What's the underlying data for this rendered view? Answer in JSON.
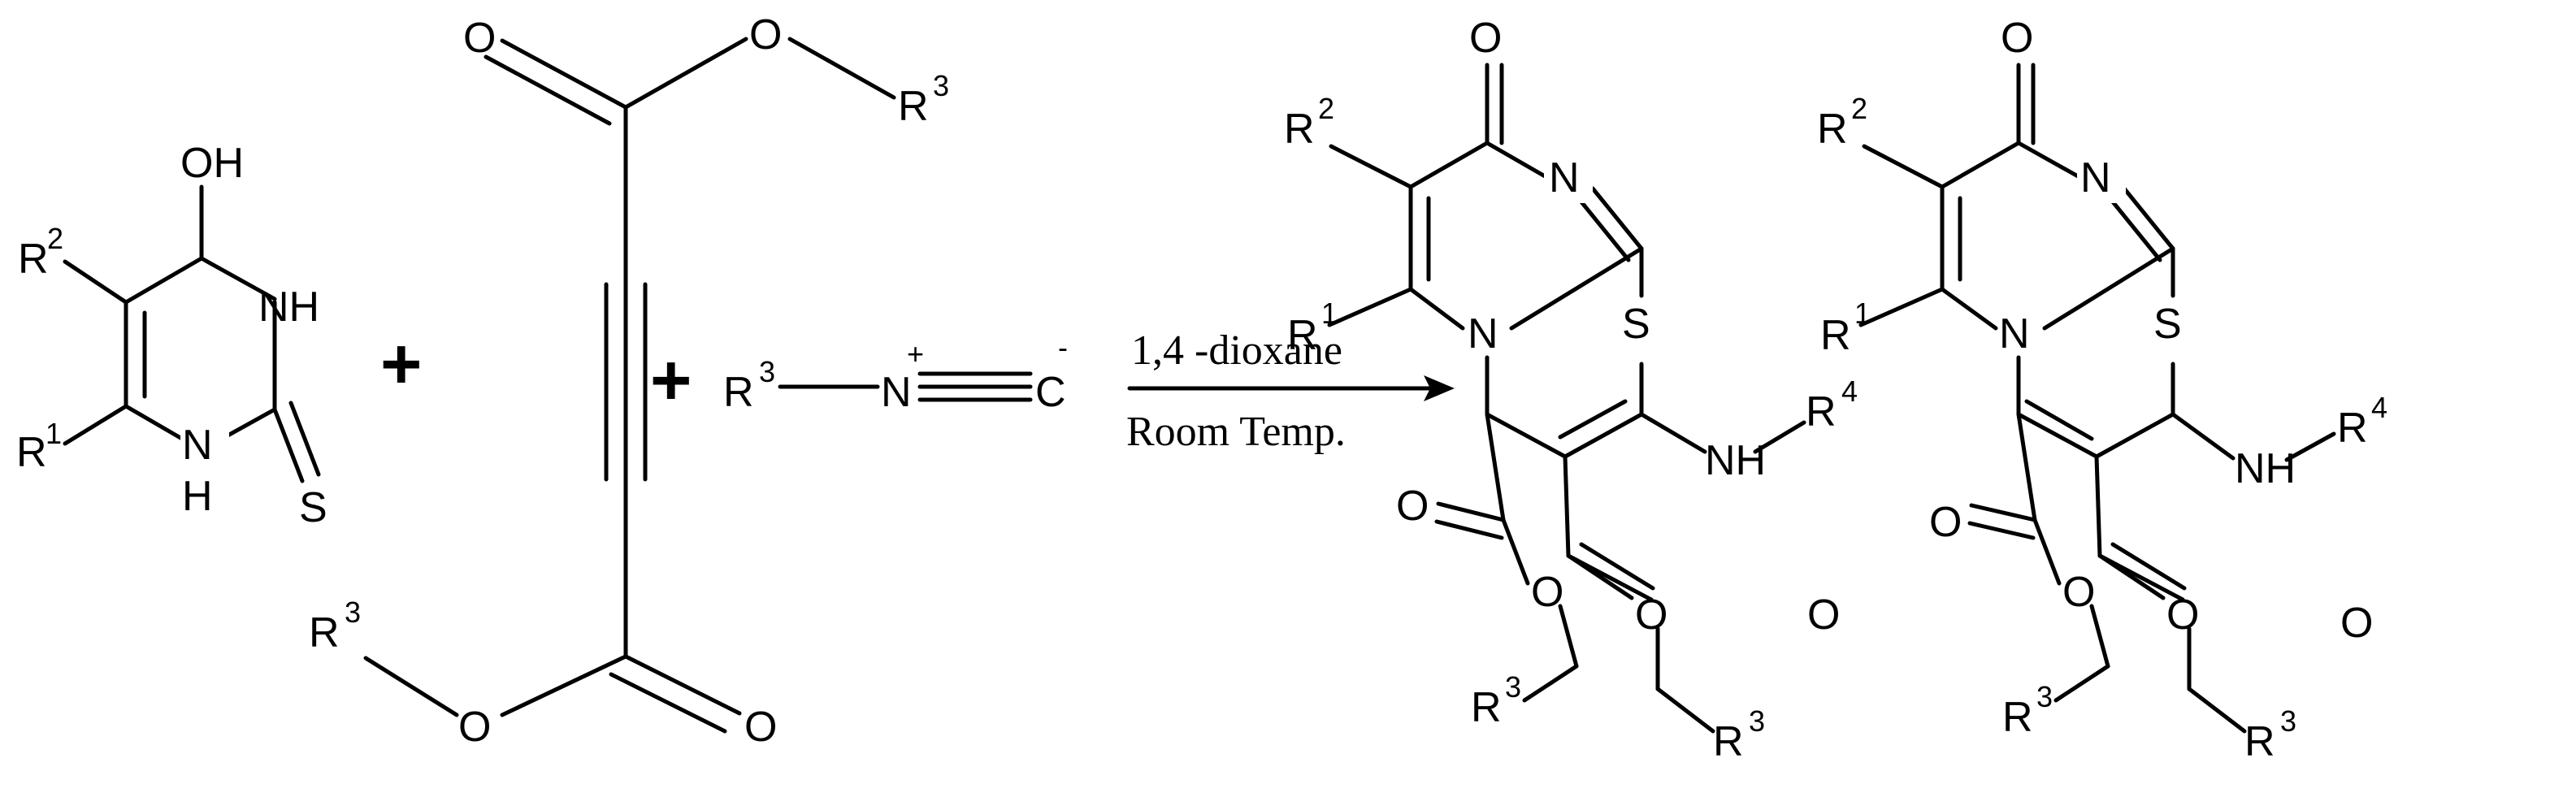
{
  "atoms": {
    "R": "R",
    "H": "H",
    "O": "O",
    "N": "N",
    "S": "S",
    "C": "C",
    "OH": "OH",
    "NH": "NH"
  },
  "superscripts": {
    "one": "1",
    "two": "2",
    "three": "3",
    "four": "4",
    "plus_charge": "+",
    "minus_charge": "-"
  },
  "operators": {
    "plus": "+"
  },
  "conditions": {
    "solvent": "1,4 -dioxane",
    "temperature": "Room Temp."
  }
}
